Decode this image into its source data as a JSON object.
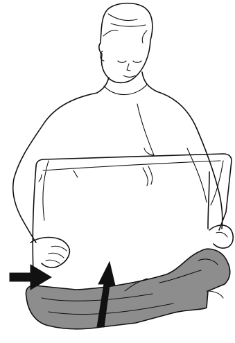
{
  "illustration": {
    "colors": {
      "line": "#111111",
      "background": "#ffffff",
      "packaging_fill": "#8d8d8d",
      "arrow_fill": "#111111"
    },
    "elements": [
      "person-figure",
      "panel-box",
      "packaging-sleeve",
      "push-arrow",
      "lift-arrow"
    ]
  }
}
